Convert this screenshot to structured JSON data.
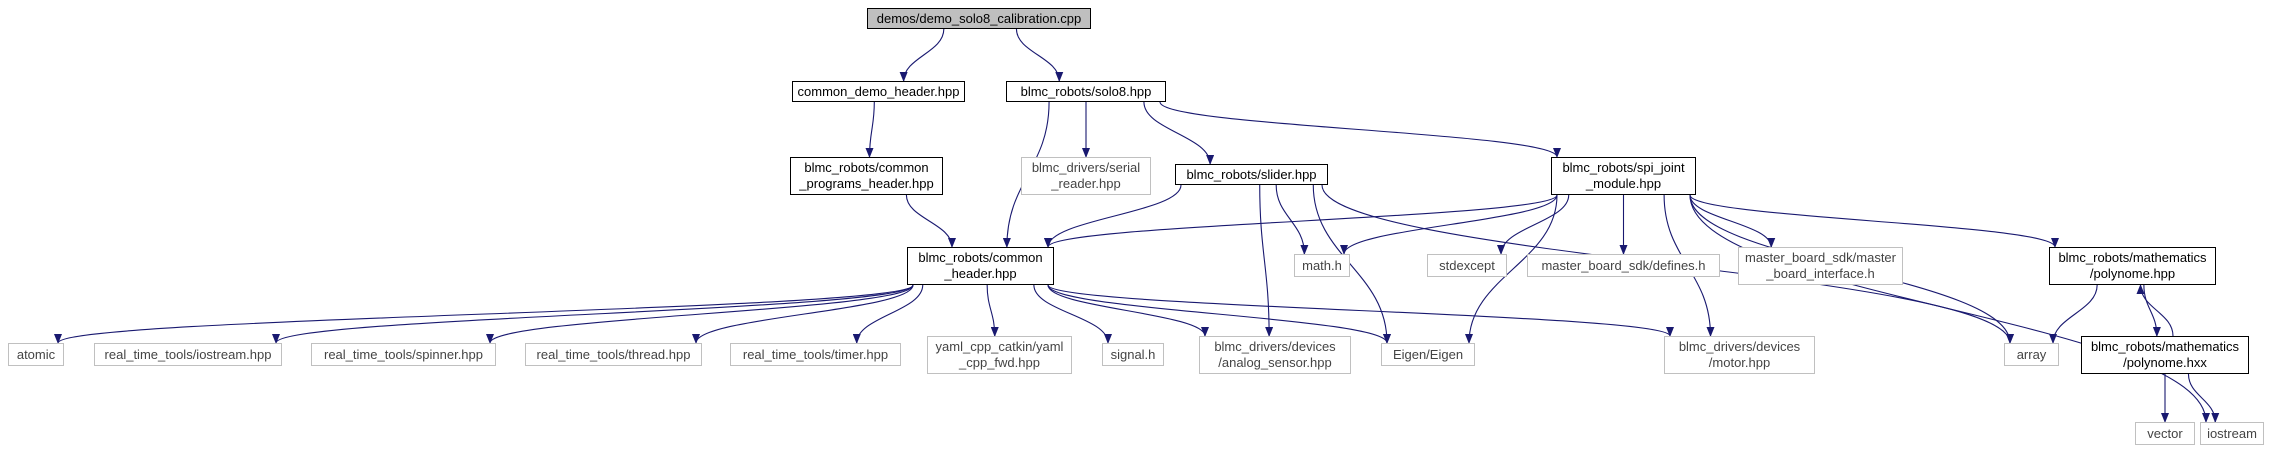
{
  "graph": {
    "colors": {
      "edge": "#191970",
      "root_fill": "#bfbfbf",
      "node_border": "#000000",
      "ext_border": "#c0c0c0"
    },
    "nodes": {
      "root": [
        "demos/demo_solo8_calibration.cpp"
      ],
      "common_demo_header": [
        "common_demo_header.hpp"
      ],
      "solo8": [
        "blmc_robots/solo8.hpp"
      ],
      "common_programs_header": [
        "blmc_robots/common",
        "_programs_header.hpp"
      ],
      "serial_reader": [
        "blmc_drivers/serial",
        "_reader.hpp"
      ],
      "slider": [
        "blmc_robots/slider.hpp"
      ],
      "spi_joint_module": [
        "blmc_robots/spi_joint",
        "_module.hpp"
      ],
      "common_header": [
        "blmc_robots/common",
        "_header.hpp"
      ],
      "math_h": [
        "math.h"
      ],
      "stdexcept": [
        "stdexcept"
      ],
      "defines_h": [
        "master_board_sdk/defines.h"
      ],
      "master_board_interface": [
        "master_board_sdk/master",
        "_board_interface.h"
      ],
      "polynome_hpp": [
        "blmc_robots/mathematics",
        "/polynome.hpp"
      ],
      "atomic": [
        "atomic"
      ],
      "rt_iostream": [
        "real_time_tools/iostream.hpp"
      ],
      "rt_spinner": [
        "real_time_tools/spinner.hpp"
      ],
      "rt_thread": [
        "real_time_tools/thread.hpp"
      ],
      "rt_timer": [
        "real_time_tools/timer.hpp"
      ],
      "yaml_fwd": [
        "yaml_cpp_catkin/yaml",
        "_cpp_fwd.hpp"
      ],
      "signal_h": [
        "signal.h"
      ],
      "analog_sensor": [
        "blmc_drivers/devices",
        "/analog_sensor.hpp"
      ],
      "eigen": [
        "Eigen/Eigen"
      ],
      "motor": [
        "blmc_drivers/devices",
        "/motor.hpp"
      ],
      "array": [
        "array"
      ],
      "polynome_hxx": [
        "blmc_robots/mathematics",
        "/polynome.hxx"
      ],
      "vector": [
        "vector"
      ],
      "iostream": [
        "iostream"
      ]
    },
    "edges": [
      [
        "root",
        "common_demo_header"
      ],
      [
        "root",
        "solo8"
      ],
      [
        "common_demo_header",
        "common_programs_header"
      ],
      [
        "common_programs_header",
        "common_header"
      ],
      [
        "solo8",
        "common_header"
      ],
      [
        "solo8",
        "serial_reader"
      ],
      [
        "solo8",
        "slider"
      ],
      [
        "solo8",
        "spi_joint_module"
      ],
      [
        "slider",
        "common_header"
      ],
      [
        "slider",
        "math_h"
      ],
      [
        "slider",
        "analog_sensor"
      ],
      [
        "slider",
        "eigen"
      ],
      [
        "slider",
        "array"
      ],
      [
        "spi_joint_module",
        "common_header"
      ],
      [
        "spi_joint_module",
        "math_h"
      ],
      [
        "spi_joint_module",
        "stdexcept"
      ],
      [
        "spi_joint_module",
        "defines_h"
      ],
      [
        "spi_joint_module",
        "master_board_interface"
      ],
      [
        "spi_joint_module",
        "polynome_hpp"
      ],
      [
        "spi_joint_module",
        "eigen"
      ],
      [
        "spi_joint_module",
        "motor"
      ],
      [
        "spi_joint_module",
        "array"
      ],
      [
        "spi_joint_module",
        "iostream"
      ],
      [
        "common_header",
        "atomic"
      ],
      [
        "common_header",
        "rt_iostream"
      ],
      [
        "common_header",
        "rt_spinner"
      ],
      [
        "common_header",
        "rt_thread"
      ],
      [
        "common_header",
        "rt_timer"
      ],
      [
        "common_header",
        "yaml_fwd"
      ],
      [
        "common_header",
        "signal_h"
      ],
      [
        "common_header",
        "analog_sensor"
      ],
      [
        "common_header",
        "eigen"
      ],
      [
        "common_header",
        "motor"
      ],
      [
        "polynome_hpp",
        "array"
      ],
      [
        "polynome_hpp",
        "polynome_hxx"
      ],
      [
        "polynome_hxx",
        "polynome_hpp"
      ],
      [
        "polynome_hxx",
        "vector"
      ],
      [
        "polynome_hxx",
        "iostream"
      ]
    ]
  }
}
